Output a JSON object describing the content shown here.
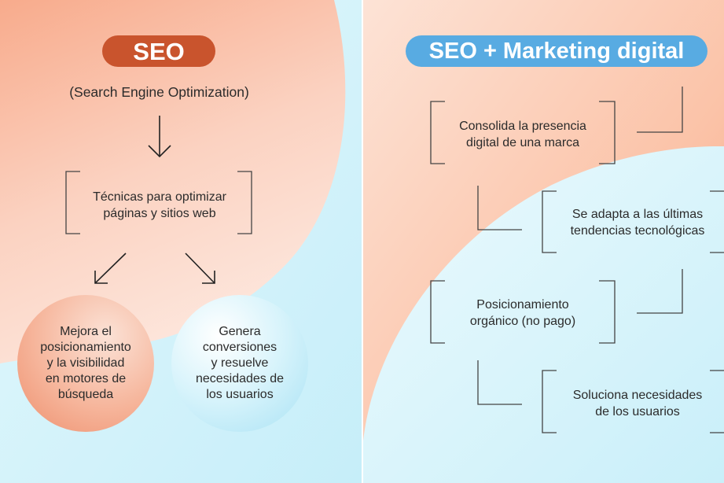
{
  "left": {
    "title": "SEO",
    "subtitle": "(Search Engine Optimization)",
    "main_box": {
      "line1": "Técnicas para optimizar",
      "line2": "páginas y sitios web"
    },
    "circles": [
      {
        "lines": [
          "Mejora el",
          "posicionamiento",
          "y la visibilidad",
          "en motores de",
          "búsqueda"
        ]
      },
      {
        "lines": [
          "Genera",
          "conversiones",
          "y resuelve",
          "necesidades de",
          "los usuarios"
        ]
      }
    ]
  },
  "right": {
    "title": "SEO + Marketing digital",
    "boxes": [
      {
        "line1": "Consolida la presencia",
        "line2": "digital de una marca"
      },
      {
        "line1": "Se adapta a las últimas",
        "line2": "tendencias tecnológicas"
      },
      {
        "line1": "Posicionamiento",
        "line2": "orgánico (no pago)"
      },
      {
        "line1": "Soluciona necesidades",
        "line2": "de los usuarios"
      }
    ]
  },
  "colors": {
    "seo_pill": "#c9542d",
    "marketing_pill": "#58abe2",
    "peach": "#fbcdb8",
    "light_blue": "#d7f4fb"
  }
}
